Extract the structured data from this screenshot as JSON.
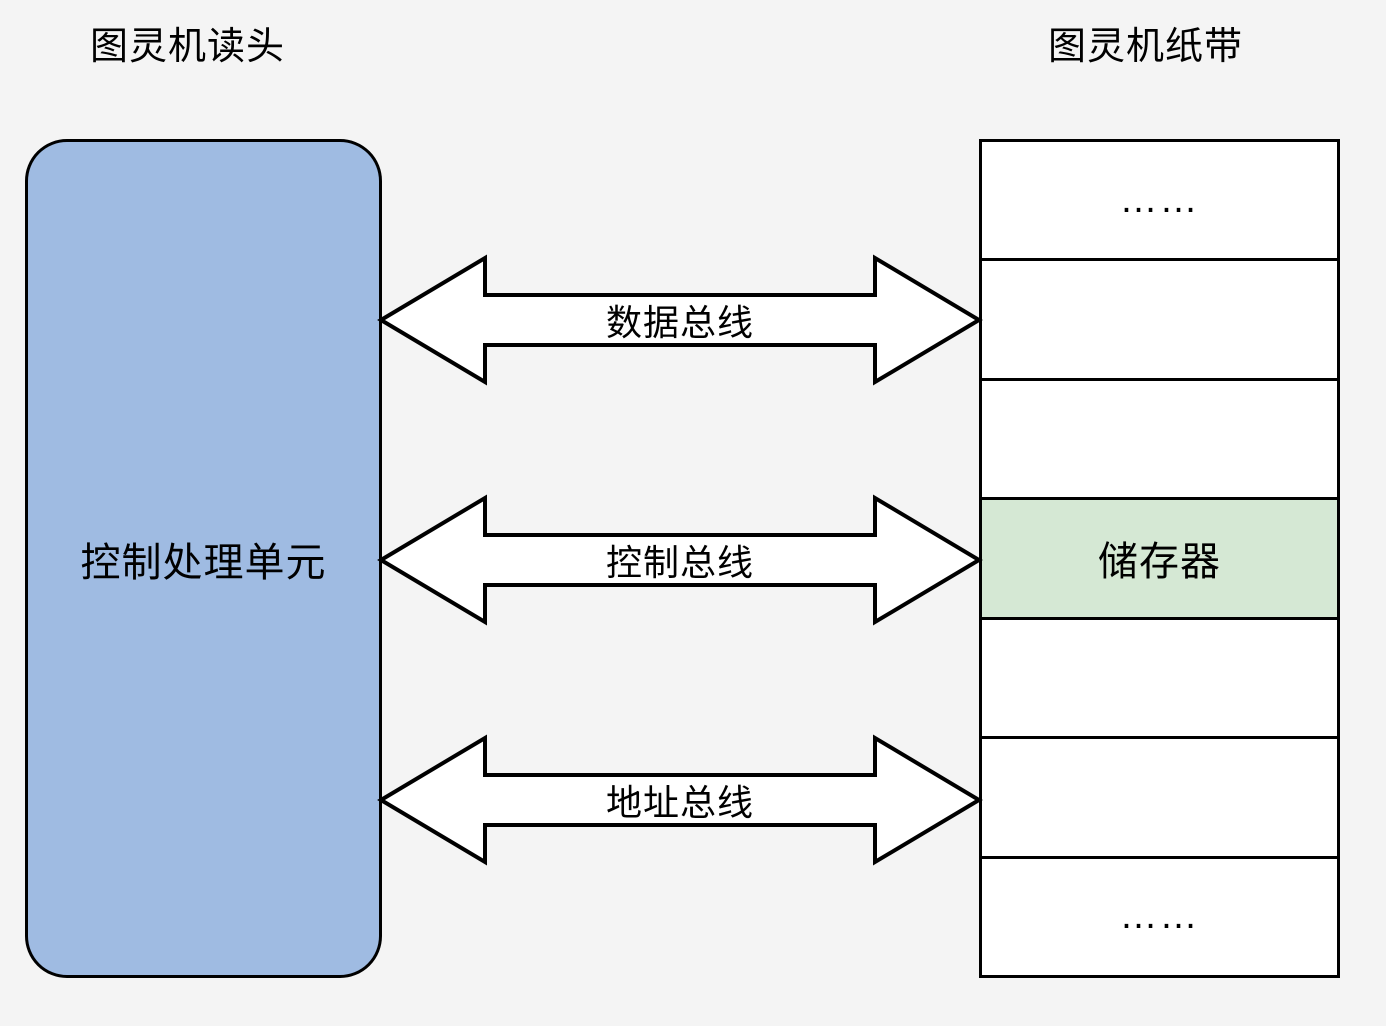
{
  "diagram": {
    "title_left": "图灵机读头",
    "title_right": "图灵机纸带",
    "background_color": "#f4f4f4"
  },
  "cpu": {
    "label": "控制处理单元",
    "fill_color": "#9fbbe2",
    "stroke_color": "#000000"
  },
  "tape": {
    "stroke_color": "#000000",
    "cells": [
      {
        "label": "……",
        "highlighted": false,
        "fill_color": "#ffffff"
      },
      {
        "label": "",
        "highlighted": false,
        "fill_color": "#ffffff"
      },
      {
        "label": "",
        "highlighted": false,
        "fill_color": "#ffffff"
      },
      {
        "label": "储存器",
        "highlighted": true,
        "fill_color": "#d5e8d4"
      },
      {
        "label": "",
        "highlighted": false,
        "fill_color": "#ffffff"
      },
      {
        "label": "",
        "highlighted": false,
        "fill_color": "#ffffff"
      },
      {
        "label": "……",
        "highlighted": false,
        "fill_color": "#ffffff"
      }
    ]
  },
  "buses": [
    {
      "label": "数据总线",
      "direction": "bidirectional"
    },
    {
      "label": "控制总线",
      "direction": "bidirectional"
    },
    {
      "label": "地址总线",
      "direction": "bidirectional"
    }
  ]
}
